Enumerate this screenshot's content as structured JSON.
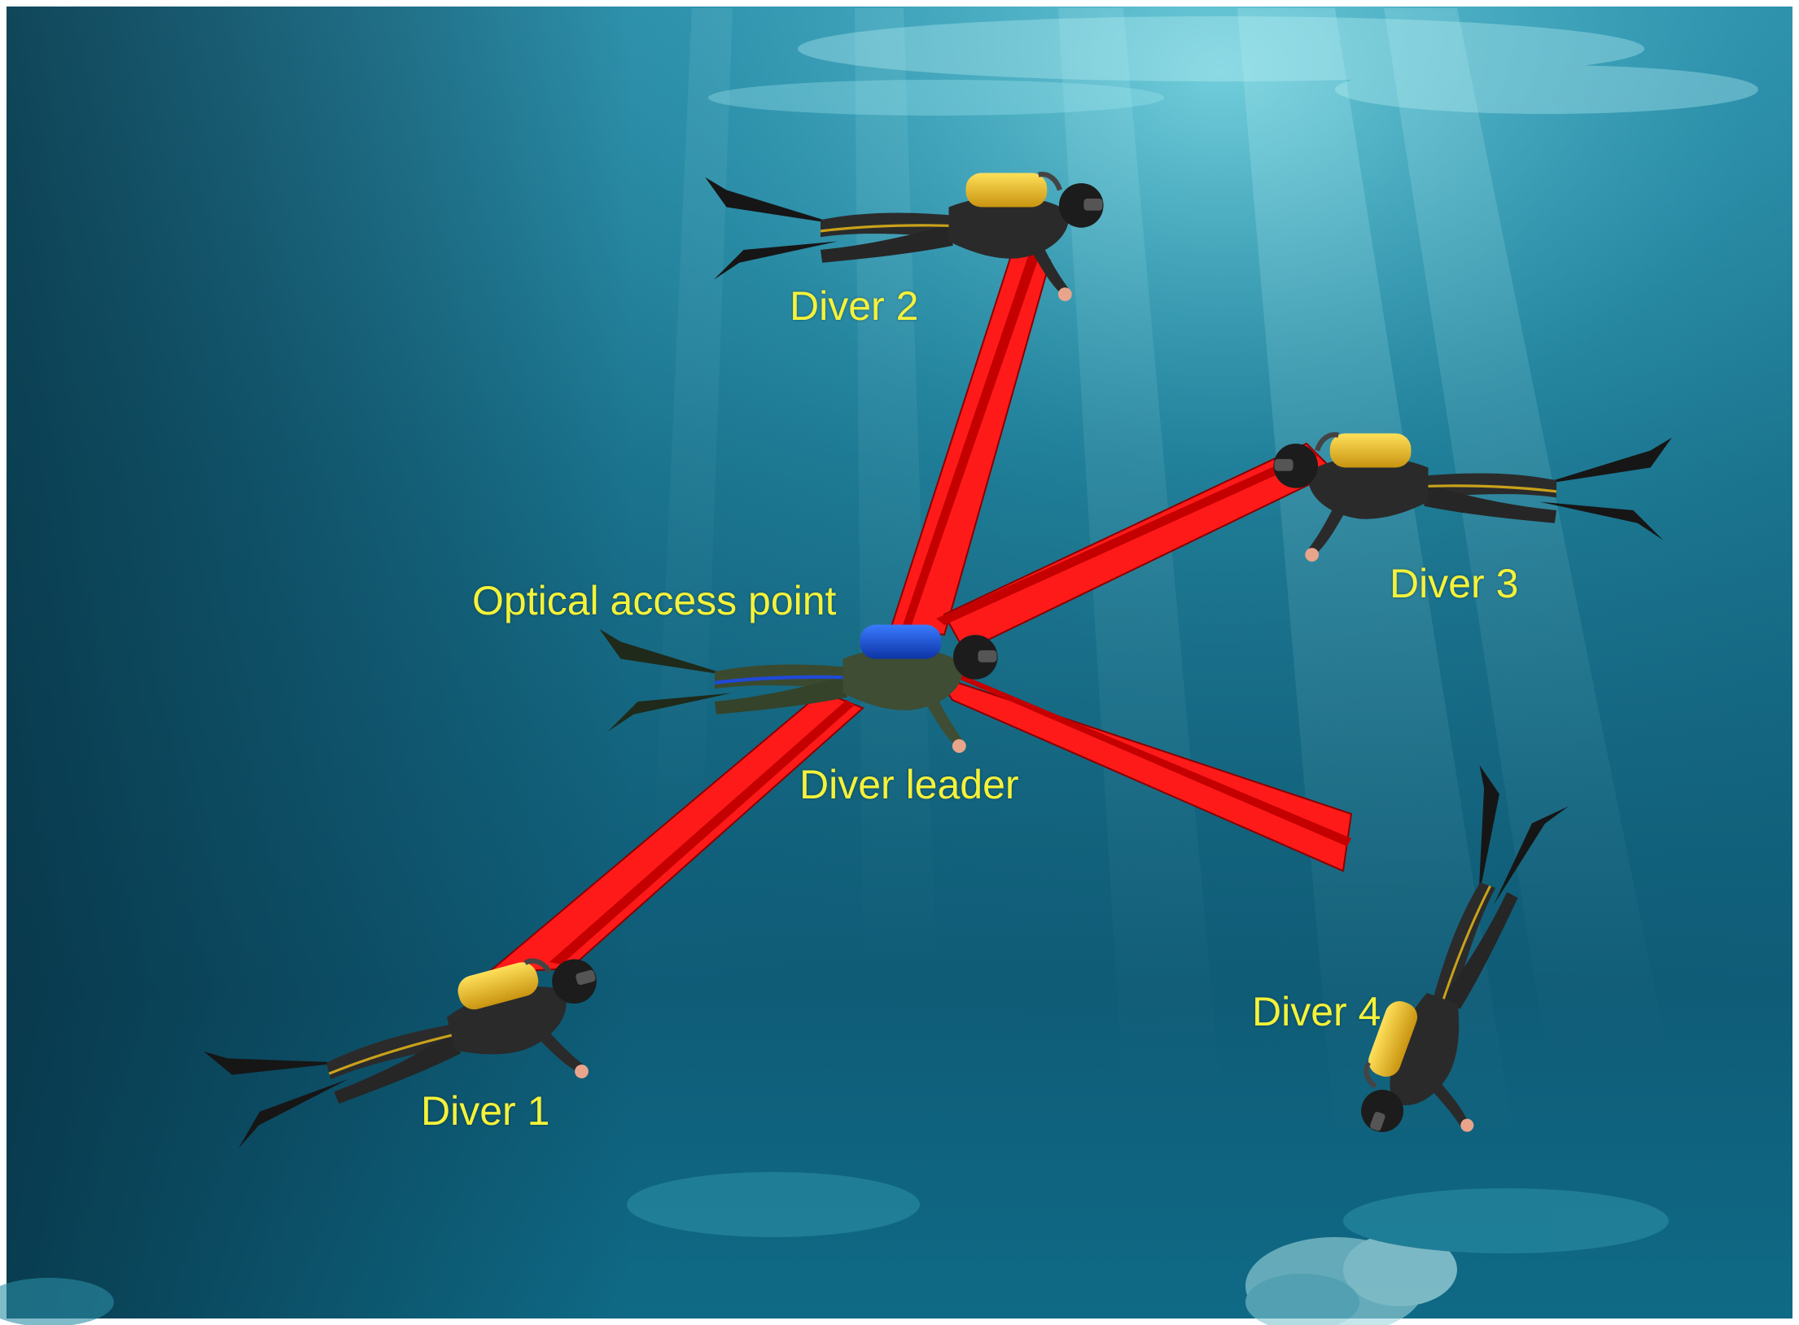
{
  "labels": {
    "diver_1": "Diver 1",
    "diver_2": "Diver 2",
    "diver_3": "Diver 3",
    "diver_4": "Diver 4",
    "diver_leader": "Diver leader",
    "access_point": "Optical access point"
  },
  "colors": {
    "label": "#f4f23a",
    "beam": "#ff1a1a",
    "beam_dark": "#b00000",
    "water_deep": "#0b3f55",
    "water_light": "#2aa6bf",
    "suit": "#2b2b2b",
    "tank": "#f2c21b",
    "leader_tank": "#1a4fd6"
  },
  "icons": [
    "diver-icon",
    "leader-diver-icon",
    "optical-beam",
    "light-ray",
    "coral"
  ]
}
